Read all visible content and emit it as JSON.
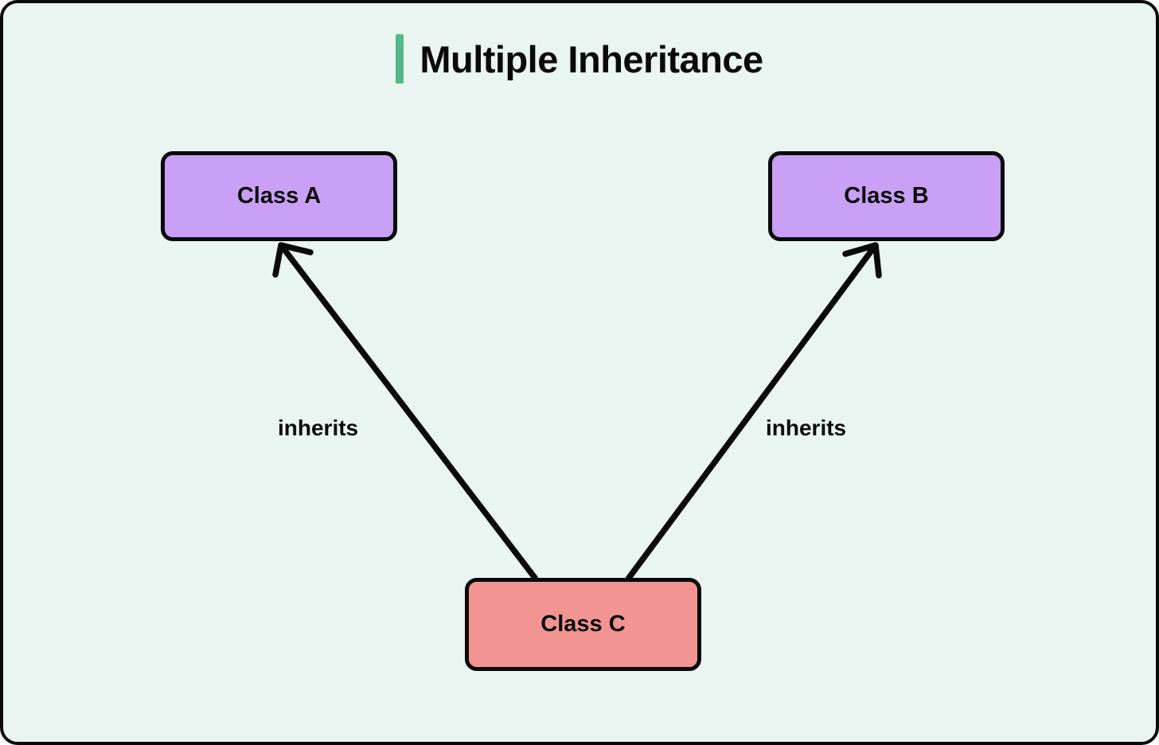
{
  "diagram": {
    "title": "Multiple Inheritance",
    "accent_color": "#54b887",
    "background_color": "#eaf4f0",
    "border_color": "#0a0a0a",
    "nodes": [
      {
        "id": "a",
        "label": "Class A",
        "fill": "#c9a0f5"
      },
      {
        "id": "b",
        "label": "Class B",
        "fill": "#c9a0f5"
      },
      {
        "id": "c",
        "label": "Class C",
        "fill": "#f29491"
      }
    ],
    "edges": [
      {
        "id": "c-to-a",
        "label": "inherits",
        "from": "Class C",
        "to": "Class A",
        "arrow": "open-v",
        "color": "#0a0a0a"
      },
      {
        "id": "c-to-b",
        "label": "inherits",
        "from": "Class C",
        "to": "Class B",
        "arrow": "open-v",
        "color": "#0a0a0a"
      }
    ]
  }
}
